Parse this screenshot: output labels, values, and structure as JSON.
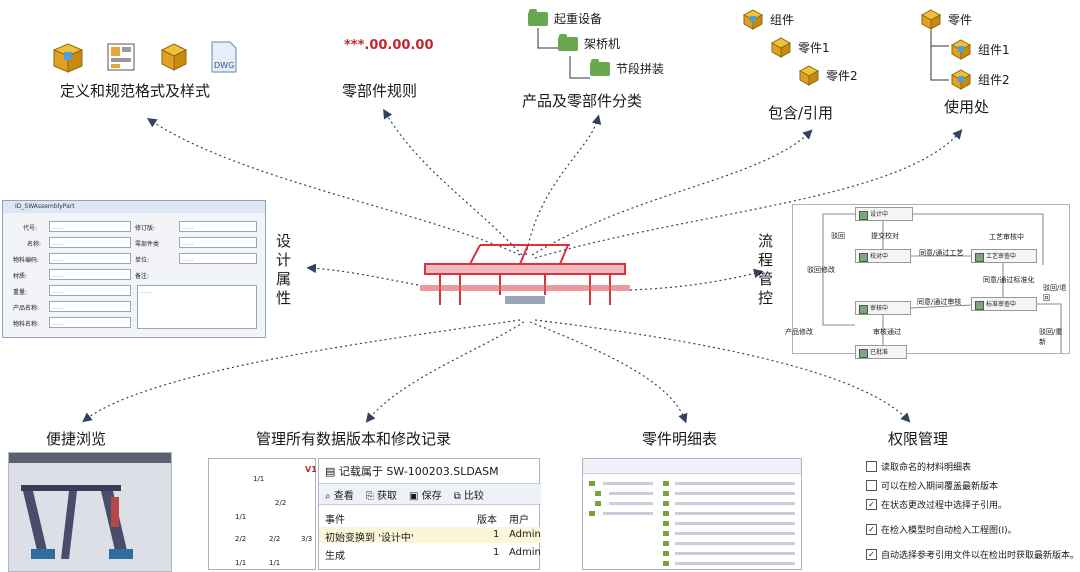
{
  "top": {
    "definition_label": "定义和规范格式及样式",
    "part_rule_code": "***.00.00.00",
    "part_rule_label": "零部件规则",
    "category_label": "产品及零部件分类",
    "category_tree": [
      "起重设备",
      "架桥机",
      "节段拼装"
    ],
    "contain_label": "包含/引用",
    "contain_tree": [
      "组件",
      "零件1",
      "零件2"
    ],
    "whereused_label": "使用处",
    "whereused_tree": [
      "零件",
      "组件1",
      "组件2"
    ]
  },
  "left": {
    "design_attr_label": "设计属性",
    "form": {
      "title": "ID_SWAssemblyPart",
      "fields": [
        "代号:",
        "名称:",
        "物料编码:",
        "材质:",
        "重量:",
        "产品名称:",
        "物料名称:"
      ],
      "right_fields": [
        "修订版:",
        "零部件类",
        "单位:",
        "备注:"
      ]
    }
  },
  "right": {
    "process_label": "流程管控",
    "nodes": [
      "设计中",
      "校对中",
      "工艺审查中",
      "标准审查中",
      "审核中",
      "已批准"
    ],
    "edge_labels": [
      "提交校对",
      "同意/通过工艺",
      "工艺审核中",
      "同意/通过标准化",
      "同意/通过审核",
      "审核通过",
      "产品修改",
      "驳回",
      "驳回修改",
      "驳回/退回",
      "驳回/重新"
    ]
  },
  "bottom": {
    "browse_label": "便捷浏览",
    "version_label": "管理所有数据版本和修改记录",
    "bom_label": "零件明细表",
    "permission_label": "权限管理",
    "version_panel": {
      "badge": "V1",
      "title": "记载属于 SW-100203.SLDASM",
      "toolbar": [
        "查看",
        "获取",
        "保存",
        "比较"
      ],
      "columns": [
        "事件",
        "版本",
        "用户"
      ],
      "rows": [
        {
          "event": "初始变换到 '设计中'",
          "version": "1",
          "user": "Admin"
        },
        {
          "event": "生成",
          "version": "1",
          "user": "Admin"
        }
      ],
      "tree_fractions": [
        "1/1",
        "2/2",
        "1/1",
        "2/2",
        "2/2",
        "3/3",
        "1/1",
        "1/1"
      ]
    },
    "permissions": [
      {
        "checked": false,
        "text": "读取命名的材料明细表"
      },
      {
        "checked": false,
        "text": "可以在检入期间覆盖最新版本"
      },
      {
        "checked": true,
        "text": "在状态更改过程中选择子引用。"
      },
      {
        "checked": true,
        "text": "在检入模型时自动检入工程图(I)。"
      },
      {
        "checked": true,
        "text": "自动选择参考引用文件以在检出时获取最新版本。"
      }
    ]
  }
}
